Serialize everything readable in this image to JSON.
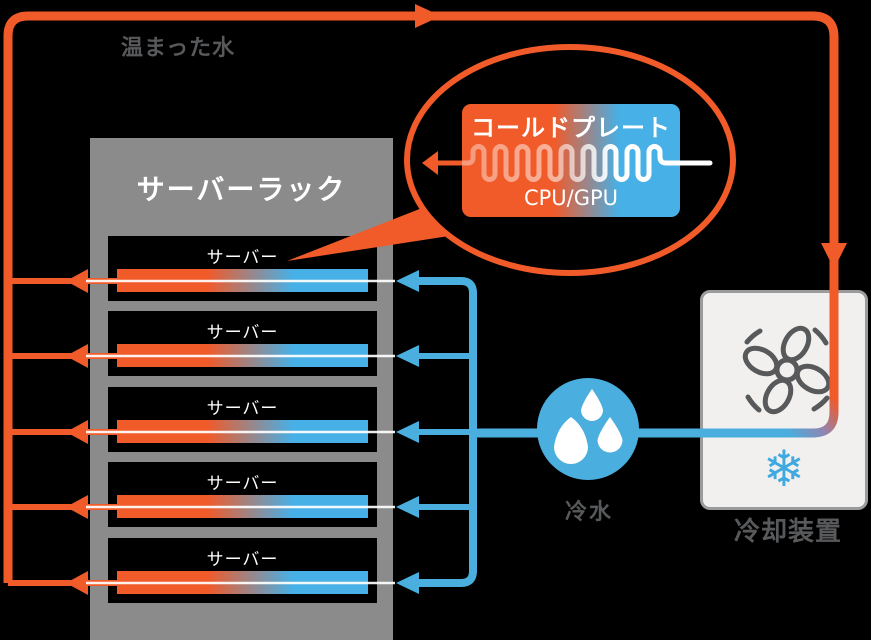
{
  "diagram": {
    "warm_water": {
      "label": "温まった水"
    },
    "rack": {
      "title": "サーバーラック",
      "servers": [
        {
          "label": "サーバー"
        },
        {
          "label": "サーバー"
        },
        {
          "label": "サーバー"
        },
        {
          "label": "サーバー"
        },
        {
          "label": "サーバー"
        }
      ]
    },
    "callout": {
      "title": "コールドプレート",
      "subtitle": "CPU/GPU"
    },
    "cold_water": {
      "label": "冷水"
    },
    "cooling_unit": {
      "label": "冷却装置"
    },
    "icons": {
      "snowflake_glyph": "❄",
      "fan": "fan-icon",
      "water_drops": "water-drops-icon"
    },
    "colors": {
      "warm": "#f15a29",
      "cold": "#4aaede",
      "cold_bright": "#47b0e6",
      "rack_gray": "#8b8b8b",
      "text_gray": "#58595b",
      "unit_fill": "#f1f0ee"
    }
  }
}
